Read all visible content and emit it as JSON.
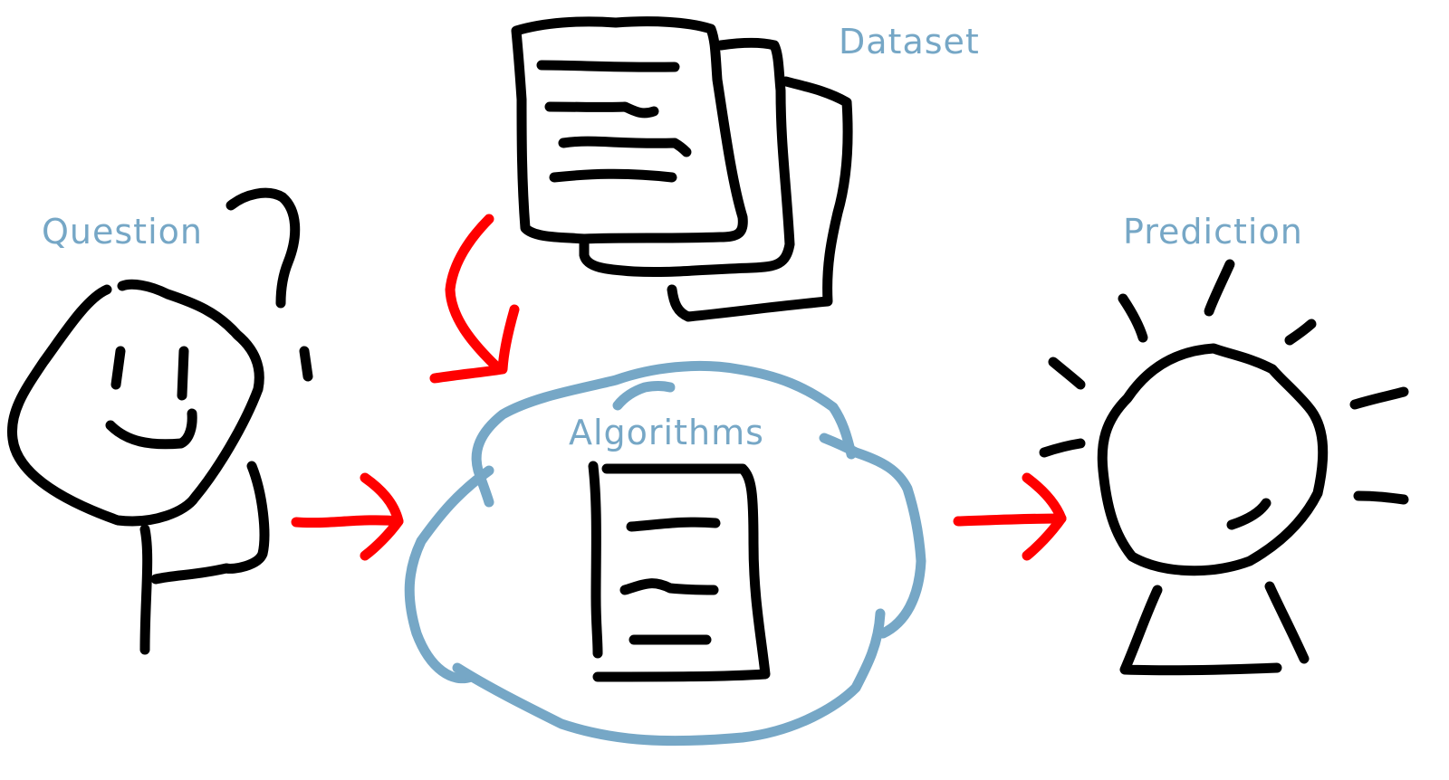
{
  "labels": {
    "question": "Question",
    "dataset": "Dataset",
    "algorithms": "Algorithms",
    "prediction": "Prediction"
  },
  "colors": {
    "ink": "#000000",
    "arrow": "#ff0000",
    "accent": "#76a7c6",
    "background": "#ffffff"
  },
  "icons": {
    "person": "stick-figure-icon",
    "question_mark": "question-mark-icon",
    "dataset": "document-stack-icon",
    "algorithm": "document-icon",
    "cycle": "cycle-loop-icon",
    "prediction": "crystal-ball-icon"
  }
}
